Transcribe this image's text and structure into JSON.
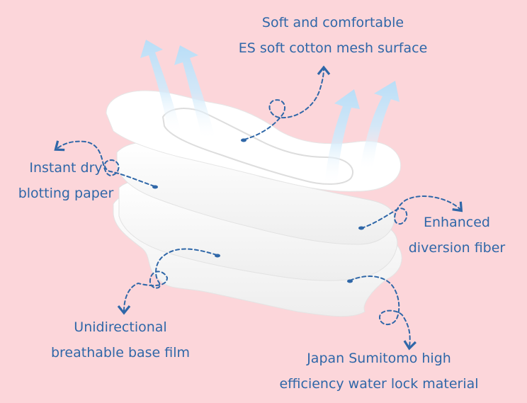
{
  "colors": {
    "background": "#fcd6da",
    "label_text": "#2f67a8",
    "callout_line": "#2f67a8",
    "pad_layer": "#ffffff",
    "airflow_arrow": "#d4ecfa"
  },
  "labels": {
    "top": {
      "line1": "Soft and comfortable",
      "line2": "ES soft cotton mesh surface"
    },
    "left": {
      "line1": "Instant dry",
      "line2": "blotting paper"
    },
    "right": {
      "line1": "Enhanced",
      "line2": "diversion fiber"
    },
    "bottom_left": {
      "line1": "Unidirectional",
      "line2": "breathable base film"
    },
    "bottom_right": {
      "line1": "Japan Sumitomo high",
      "line2": "efficiency water lock material"
    }
  }
}
